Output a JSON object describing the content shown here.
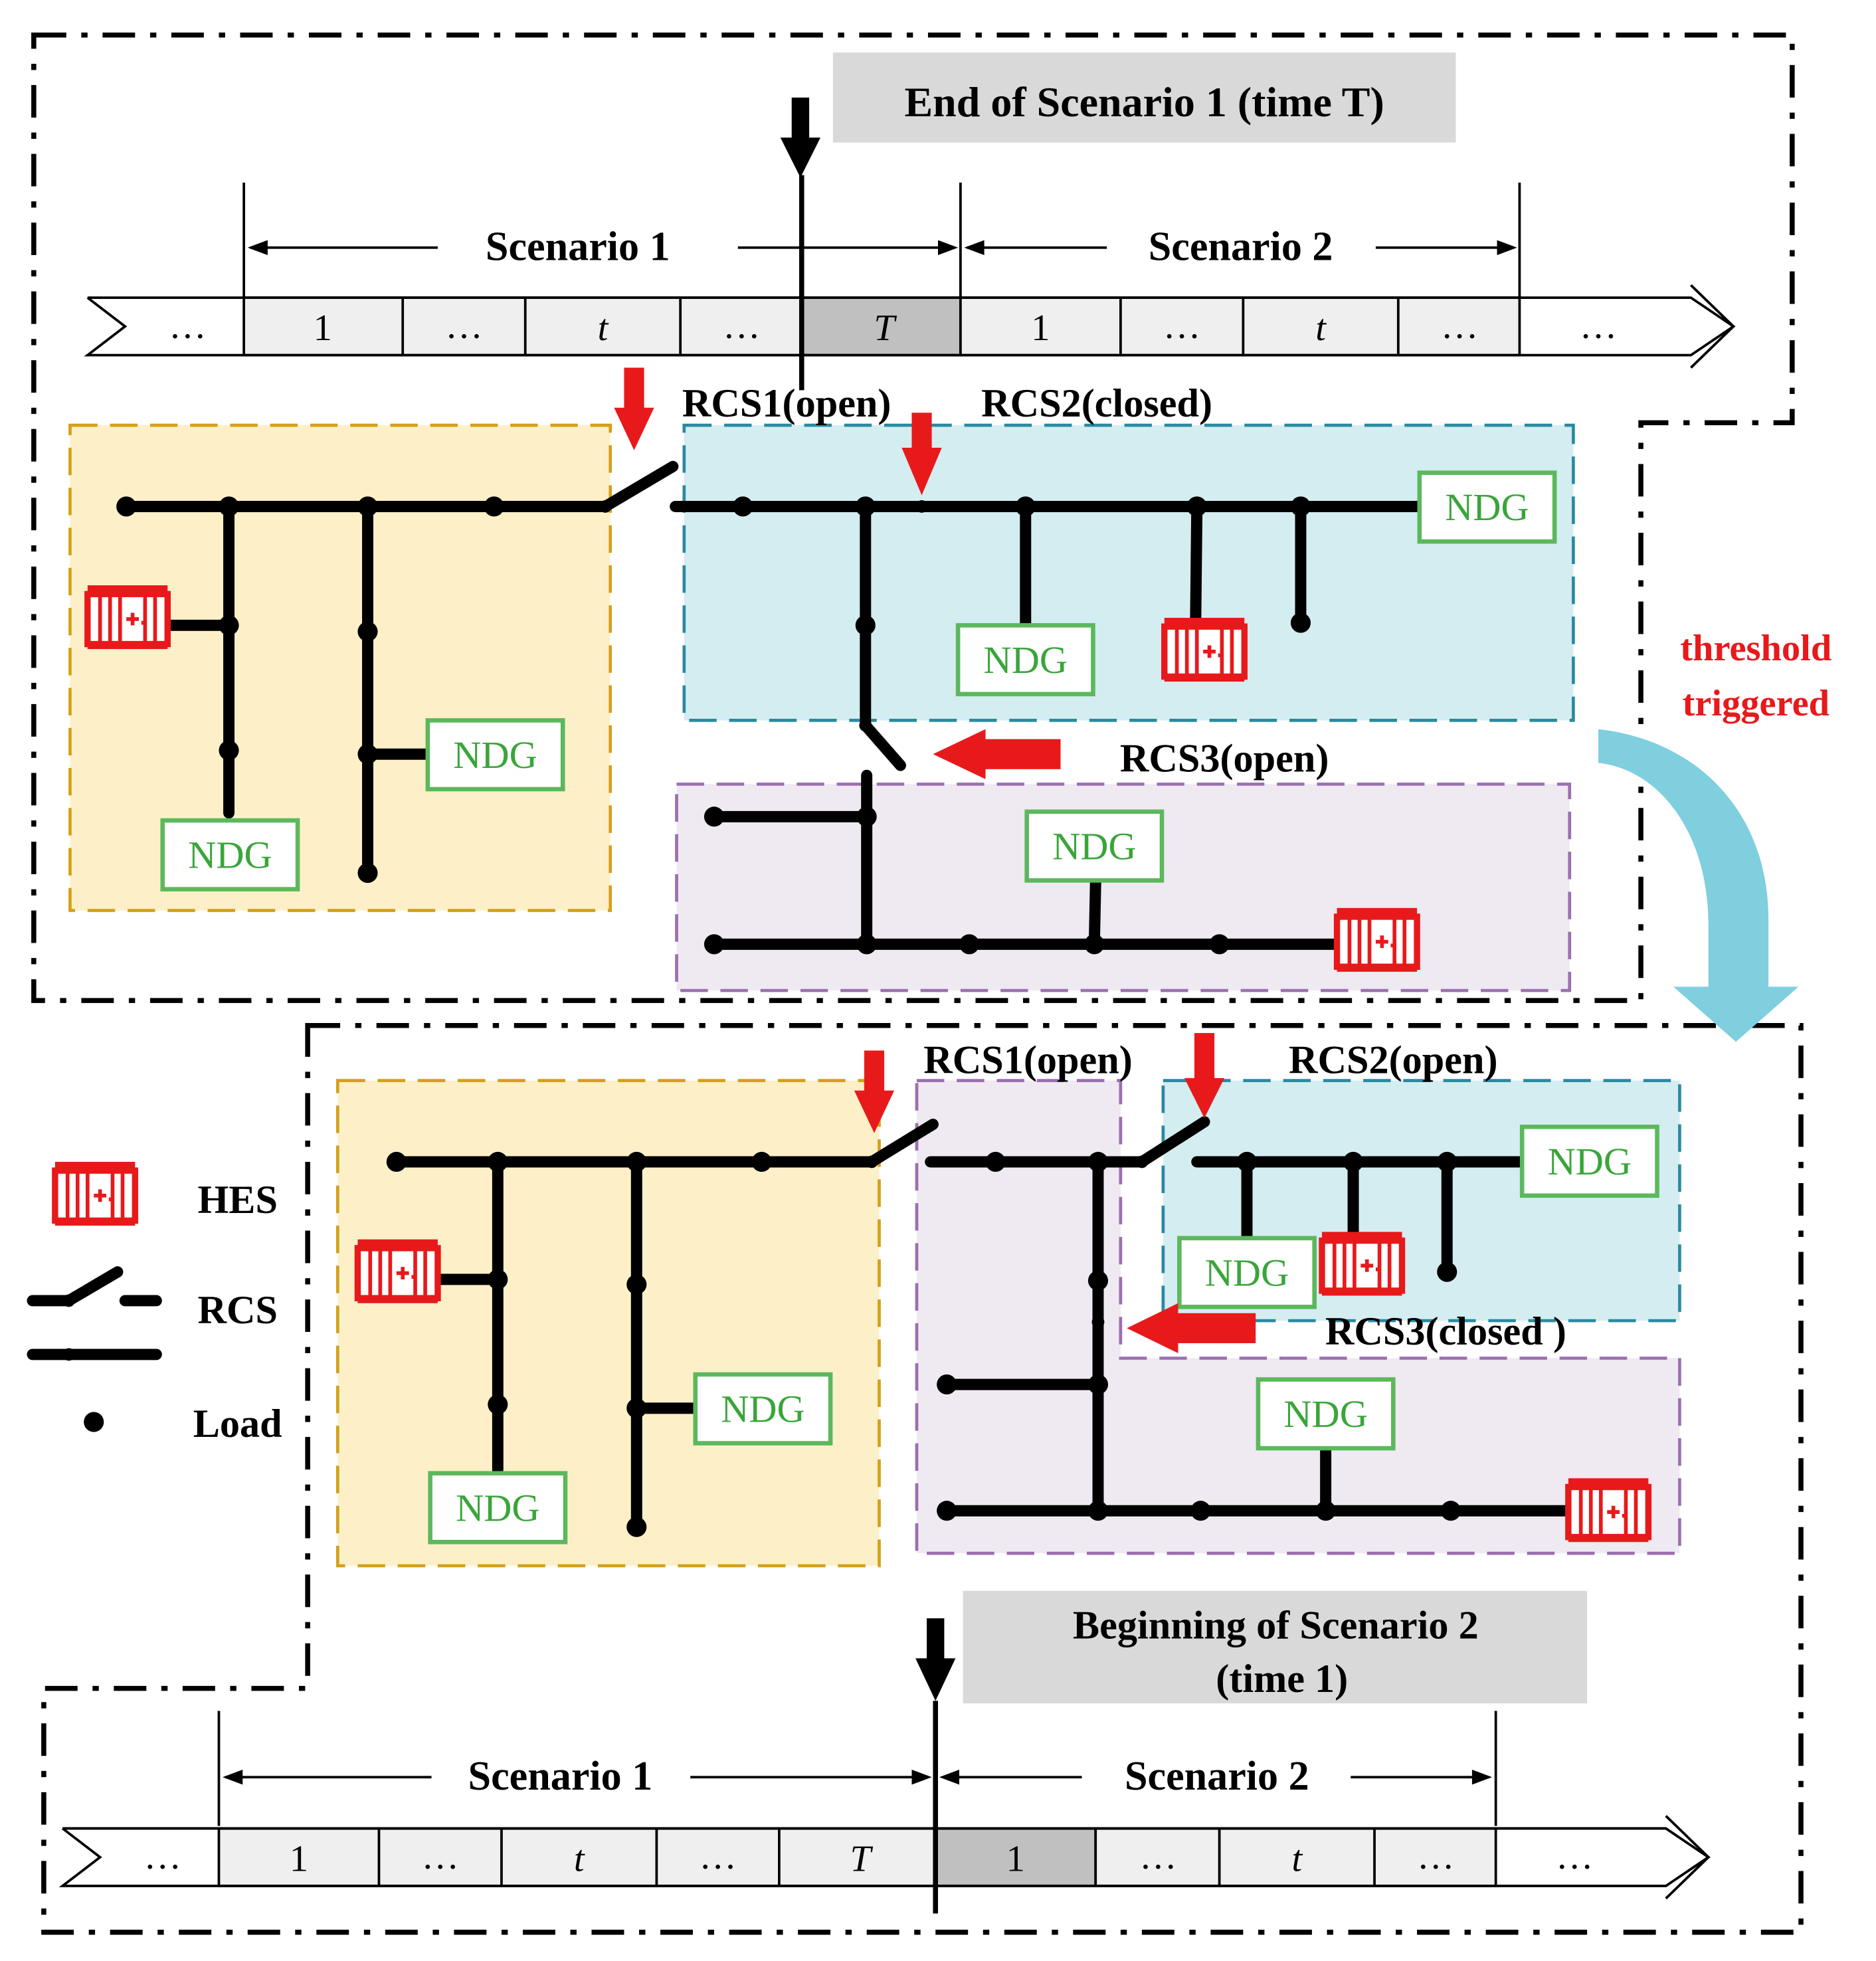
{
  "top_header": "End of Scenario 1 (time T)",
  "bottom_header_line1": "Beginning of Scenario 2",
  "bottom_header_line2": "(time 1)",
  "scenario1_label": "Scenario 1",
  "scenario2_label": "Scenario 2",
  "timeline_cells": [
    "…",
    "1",
    "…",
    "t",
    "…",
    "T",
    "1",
    "…",
    "t",
    "…",
    "…"
  ],
  "top_switches": {
    "rcs1": "RCS1(open)",
    "rcs2": "RCS2(closed)",
    "rcs3": "RCS3(open)"
  },
  "bottom_switches": {
    "rcs1": "RCS1(open)",
    "rcs2": "RCS2(open)",
    "rcs3": "RCS3(closed )"
  },
  "ndg_label": "NDG",
  "threshold_line1": "threshold",
  "threshold_line2": "triggered",
  "legend": {
    "hes": "HES",
    "rcs": "RCS",
    "load": "Load"
  },
  "colors": {
    "zone_orange": "#fdf0c8",
    "zone_orange_border": "#d4a017",
    "zone_blue": "#d4edf1",
    "zone_blue_border": "#2a8aa0",
    "zone_purple": "#efe9f1",
    "zone_purple_border": "#9b6fb0",
    "highlight_cell": "#c0c0c0",
    "normal_cell": "#efefef",
    "header_box": "#d9d9d9",
    "red_arrow": "#e8191b",
    "ndg_green": "#3aa53a",
    "curved_arrow": "#7fcfdf"
  }
}
